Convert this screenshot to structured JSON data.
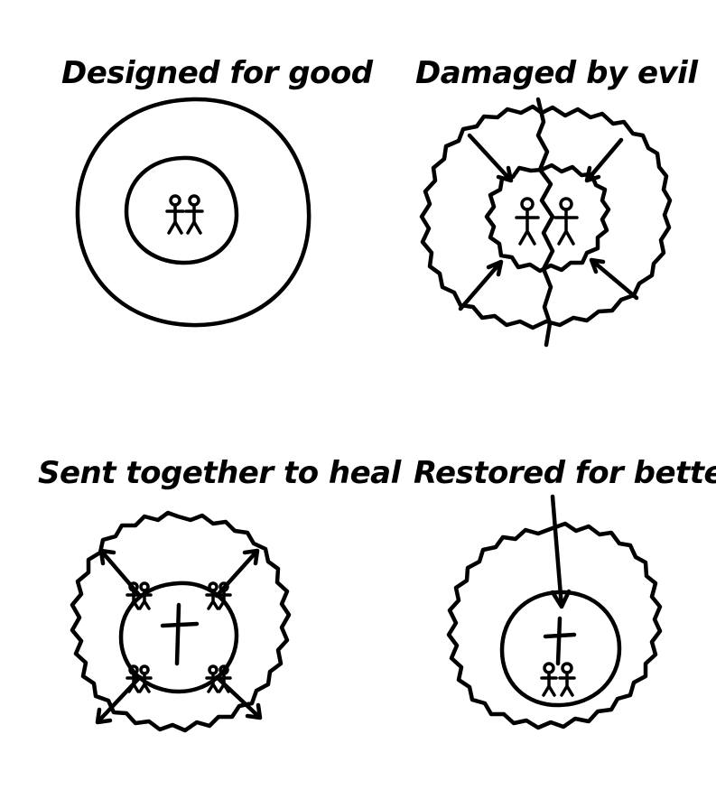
{
  "panels": [
    {
      "id": "designed",
      "caption": "Designed for good"
    },
    {
      "id": "damaged",
      "caption": "Damaged by evil"
    },
    {
      "id": "sent",
      "caption": "Sent together to heal"
    },
    {
      "id": "restored",
      "caption": "Restored for better"
    }
  ]
}
